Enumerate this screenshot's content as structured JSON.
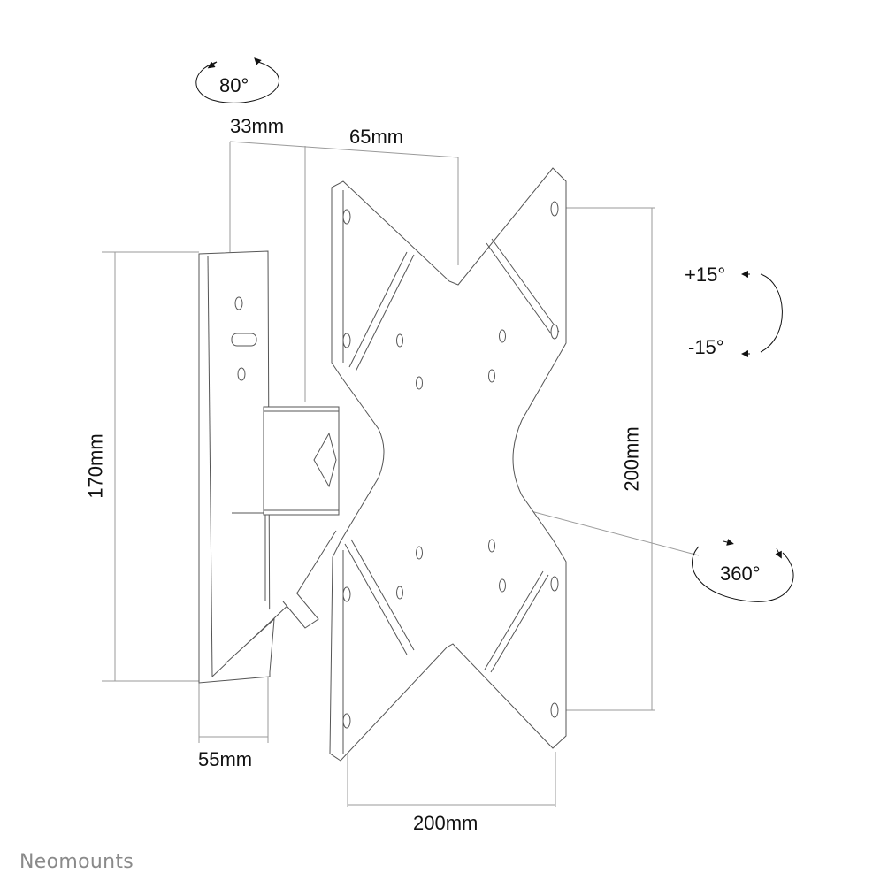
{
  "brand": {
    "logo_text": "Neomounts",
    "logo_color": "#8a8a8a"
  },
  "annotations": {
    "tilt_side": "80°",
    "depth_min": "33mm",
    "depth_extra": "65mm",
    "wall_plate_height": "170mm",
    "wall_plate_width": "55mm",
    "vesa_height": "200mm",
    "vesa_width": "200mm",
    "tilt_up": "+15°",
    "tilt_down": "-15°",
    "rotation": "360°"
  },
  "colors": {
    "line": "#555555",
    "dimension": "#9a9a9a",
    "text": "#111111"
  }
}
